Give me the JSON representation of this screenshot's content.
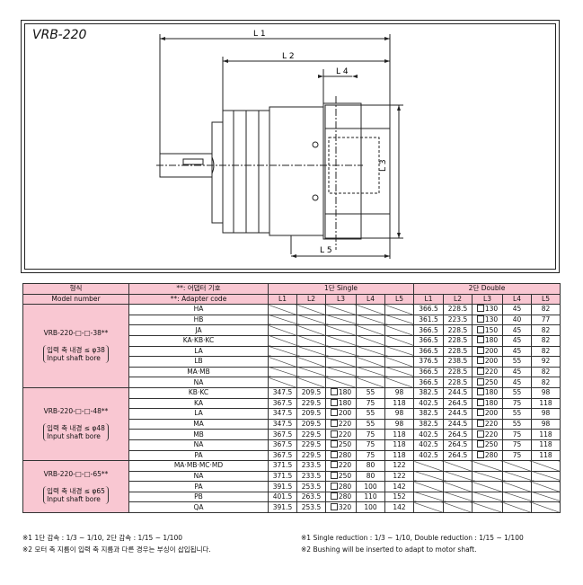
{
  "model_title": "VRB-220",
  "dimensions": {
    "l1": "L 1",
    "l2": "L 2",
    "l3": "L 3",
    "l4": "L 4",
    "l5": "L 5"
  },
  "table": {
    "header": {
      "model_kr": "형식",
      "model_en": "Model number",
      "adapter_kr": "**: 어댑터 기호",
      "adapter_en": "**: Adapter code",
      "single": "1단 Single",
      "double": "2단 Double",
      "cols": [
        "L1",
        "L2",
        "L3",
        "L4",
        "L5"
      ]
    },
    "groups": [
      {
        "name": "VRB-220-□-□-38**",
        "bore_kr": "입력 축 내경",
        "bore_en": "Input shaft bore",
        "bore_val": "≤ φ38",
        "rows": [
          {
            "code": "HA",
            "single": null,
            "double": [
              "366.5",
              "228.5",
              "130",
              "45",
              "82"
            ]
          },
          {
            "code": "HB",
            "single": null,
            "double": [
              "361.5",
              "223.5",
              "130",
              "40",
              "77"
            ]
          },
          {
            "code": "JA",
            "single": null,
            "double": [
              "366.5",
              "228.5",
              "150",
              "45",
              "82"
            ]
          },
          {
            "code": "KA·KB·KC",
            "single": null,
            "double": [
              "366.5",
              "228.5",
              "180",
              "45",
              "82"
            ]
          },
          {
            "code": "LA",
            "single": null,
            "double": [
              "366.5",
              "228.5",
              "200",
              "45",
              "82"
            ]
          },
          {
            "code": "LB",
            "single": null,
            "double": [
              "376.5",
              "238.5",
              "200",
              "55",
              "92"
            ]
          },
          {
            "code": "MA·MB",
            "single": null,
            "double": [
              "366.5",
              "228.5",
              "220",
              "45",
              "82"
            ]
          },
          {
            "code": "NA",
            "single": null,
            "double": [
              "366.5",
              "228.5",
              "250",
              "45",
              "82"
            ]
          }
        ]
      },
      {
        "name": "VRB-220-□-□-48**",
        "bore_kr": "입력 축 내경",
        "bore_en": "Input shaft bore",
        "bore_val": "≤ φ48",
        "rows": [
          {
            "code": "KB·KC",
            "single": [
              "347.5",
              "209.5",
              "180",
              "55",
              "98"
            ],
            "double": [
              "382.5",
              "244.5",
              "180",
              "55",
              "98"
            ]
          },
          {
            "code": "KA",
            "single": [
              "367.5",
              "229.5",
              "180",
              "75",
              "118"
            ],
            "double": [
              "402.5",
              "264.5",
              "180",
              "75",
              "118"
            ]
          },
          {
            "code": "LA",
            "single": [
              "347.5",
              "209.5",
              "200",
              "55",
              "98"
            ],
            "double": [
              "382.5",
              "244.5",
              "200",
              "55",
              "98"
            ]
          },
          {
            "code": "MA",
            "single": [
              "347.5",
              "209.5",
              "220",
              "55",
              "98"
            ],
            "double": [
              "382.5",
              "244.5",
              "220",
              "55",
              "98"
            ]
          },
          {
            "code": "MB",
            "single": [
              "367.5",
              "229.5",
              "220",
              "75",
              "118"
            ],
            "double": [
              "402.5",
              "264.5",
              "220",
              "75",
              "118"
            ]
          },
          {
            "code": "NA",
            "single": [
              "367.5",
              "229.5",
              "250",
              "75",
              "118"
            ],
            "double": [
              "402.5",
              "264.5",
              "250",
              "75",
              "118"
            ]
          },
          {
            "code": "PA",
            "single": [
              "367.5",
              "229.5",
              "280",
              "75",
              "118"
            ],
            "double": [
              "402.5",
              "264.5",
              "280",
              "75",
              "118"
            ]
          }
        ]
      },
      {
        "name": "VRB-220-□-□-65**",
        "bore_kr": "입력 축 내경",
        "bore_en": "Input shaft bore",
        "bore_val": "≤ φ65",
        "rows": [
          {
            "code": "MA·MB·MC·MD",
            "single": [
              "371.5",
              "233.5",
              "220",
              "80",
              "122"
            ],
            "double": null
          },
          {
            "code": "NA",
            "single": [
              "371.5",
              "233.5",
              "250",
              "80",
              "122"
            ],
            "double": null
          },
          {
            "code": "PA",
            "single": [
              "391.5",
              "253.5",
              "280",
              "100",
              "142"
            ],
            "double": null
          },
          {
            "code": "PB",
            "single": [
              "401.5",
              "263.5",
              "280",
              "110",
              "152"
            ],
            "double": null
          },
          {
            "code": "QA",
            "single": [
              "391.5",
              "253.5",
              "320",
              "100",
              "142"
            ],
            "double": null
          }
        ]
      }
    ]
  },
  "notes": {
    "kr1": "※1 1단 감속 : 1/3 ~ 1/10, 2단 감속 : 1/15 ~ 1/100",
    "kr2": "※2 모터 축 지름이 입력 축 지름과 다른 경우는 부싱이 삽입됩니다.",
    "en1": "※1 Single reduction : 1/3 ~ 1/10, Double reduction : 1/15 ~ 1/100",
    "en2": "※2 Bushing will be inserted to adapt to motor shaft."
  }
}
